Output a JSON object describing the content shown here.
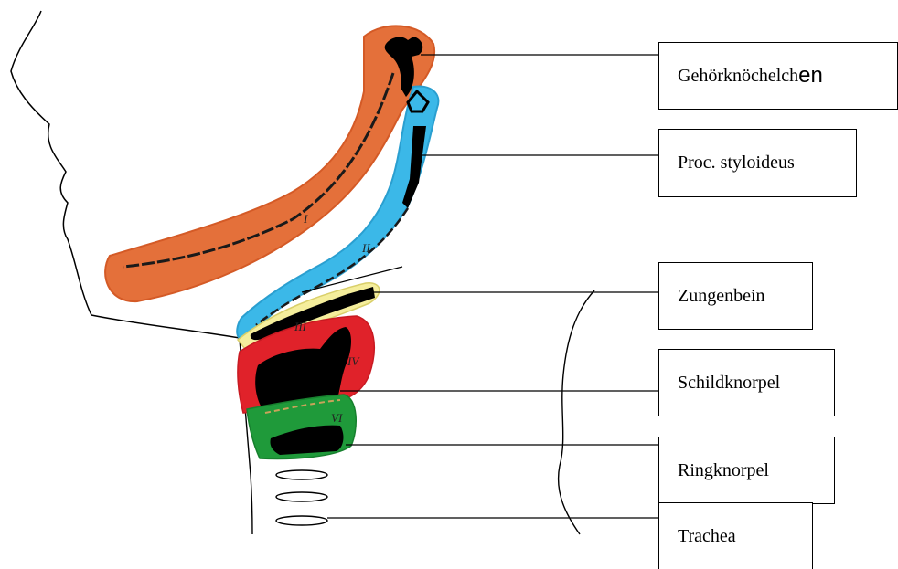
{
  "labels": {
    "ossicles": {
      "main": "Gehörknöchelch",
      "tail": "en"
    },
    "styloid": "Proc. styloideus",
    "hyoid": "Zungenbein",
    "thyroid": "Schildknorpel",
    "cricoid": "Ringknorpel",
    "trachea": "Trachea"
  },
  "arch_numerals": [
    "I",
    "II",
    "III",
    "IV",
    "VI"
  ],
  "colors": {
    "arch_1": "#e4703a",
    "arch_2": "#3bb8e8",
    "arch_3": "#f5ee9c",
    "arch_4": "#e0222a",
    "arch_6": "#1f9a3a",
    "cartilage": "#000000",
    "outline": "#000000"
  }
}
